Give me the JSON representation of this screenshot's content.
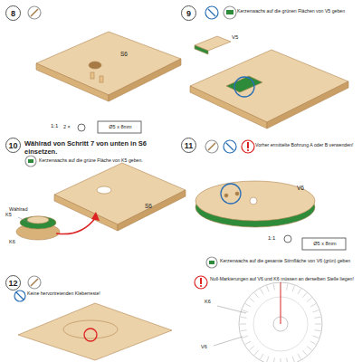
{
  "diagram": {
    "nodes": [
      {
        "text": [
          "8"
        ]
      },
      {
        "text": [
          "9"
        ]
      },
      {
        "text": [
          "10"
        ]
      },
      {
        "text": [
          "11"
        ]
      },
      {
        "text": [
          "12"
        ]
      }
    ],
    "labels": [
      "S6",
      "1:1",
      "2 ×",
      "Ø5 x 8mm",
      "Kerzenwachs auf die grünen Flächen von V5 geben",
      "V5",
      "Wählrad von Schritt 7 von unten in S6 einsetzen.",
      "Kerzenwachs auf die grüne Fläche von K5 geben.",
      "S6",
      "Wählrad",
      "K5",
      "K6",
      "Vorher ermittelte Bohrung A oder B verwenden!",
      "V6",
      "1:1",
      "Ø5 x 8mm",
      "Kerzenwachs auf die gesamte Stirnfläche von V6 (grün) geben",
      "Keine hervortretenden Kleberreste!",
      "Null-Markierungen auf V6 und K6 müssen an derselben Stelle liegen!",
      "K6",
      "V6"
    ]
  }
}
